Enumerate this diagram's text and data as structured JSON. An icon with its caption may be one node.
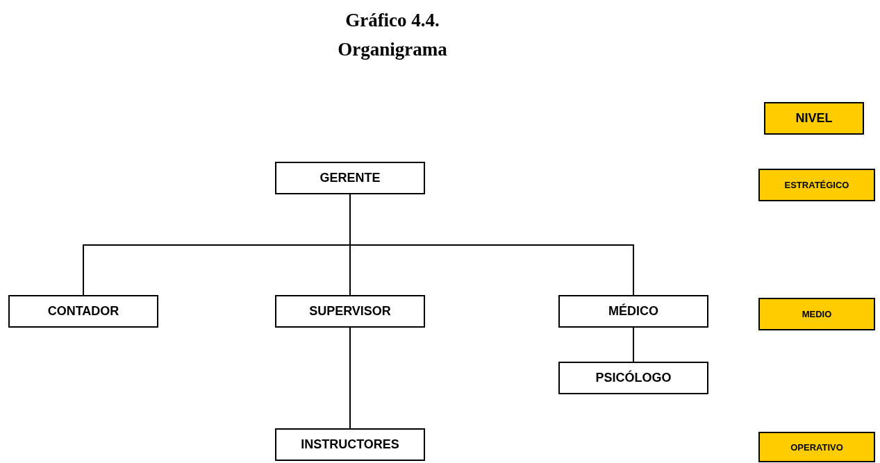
{
  "diagram": {
    "title": "Gráfico 4.4. Organigrama",
    "nodes": [
      {
        "text": [
          "NIVEL"
        ]
      },
      {
        "text": [
          "GERENTE"
        ]
      },
      {
        "text": [
          "ESTRATÉGICO"
        ]
      },
      {
        "text": [
          "CONTADOR"
        ]
      },
      {
        "text": [
          "SUPERVISOR"
        ]
      },
      {
        "text": [
          "MÉDICO"
        ]
      },
      {
        "text": [
          "MEDIO"
        ]
      },
      {
        "text": [
          "PSICÓLOGO"
        ]
      },
      {
        "text": [
          "INSTRUCTORES"
        ]
      },
      {
        "text": [
          "OPERATIVO"
        ]
      }
    ],
    "edges": [
      {
        "from": 1,
        "to": 3,
        "arrow": "none"
      },
      {
        "from": 1,
        "to": 4,
        "arrow": "none"
      },
      {
        "from": 1,
        "to": 5,
        "arrow": "none"
      },
      {
        "from": 4,
        "to": 8,
        "arrow": "none"
      },
      {
        "from": 5,
        "to": 7,
        "arrow": "none"
      }
    ]
  }
}
